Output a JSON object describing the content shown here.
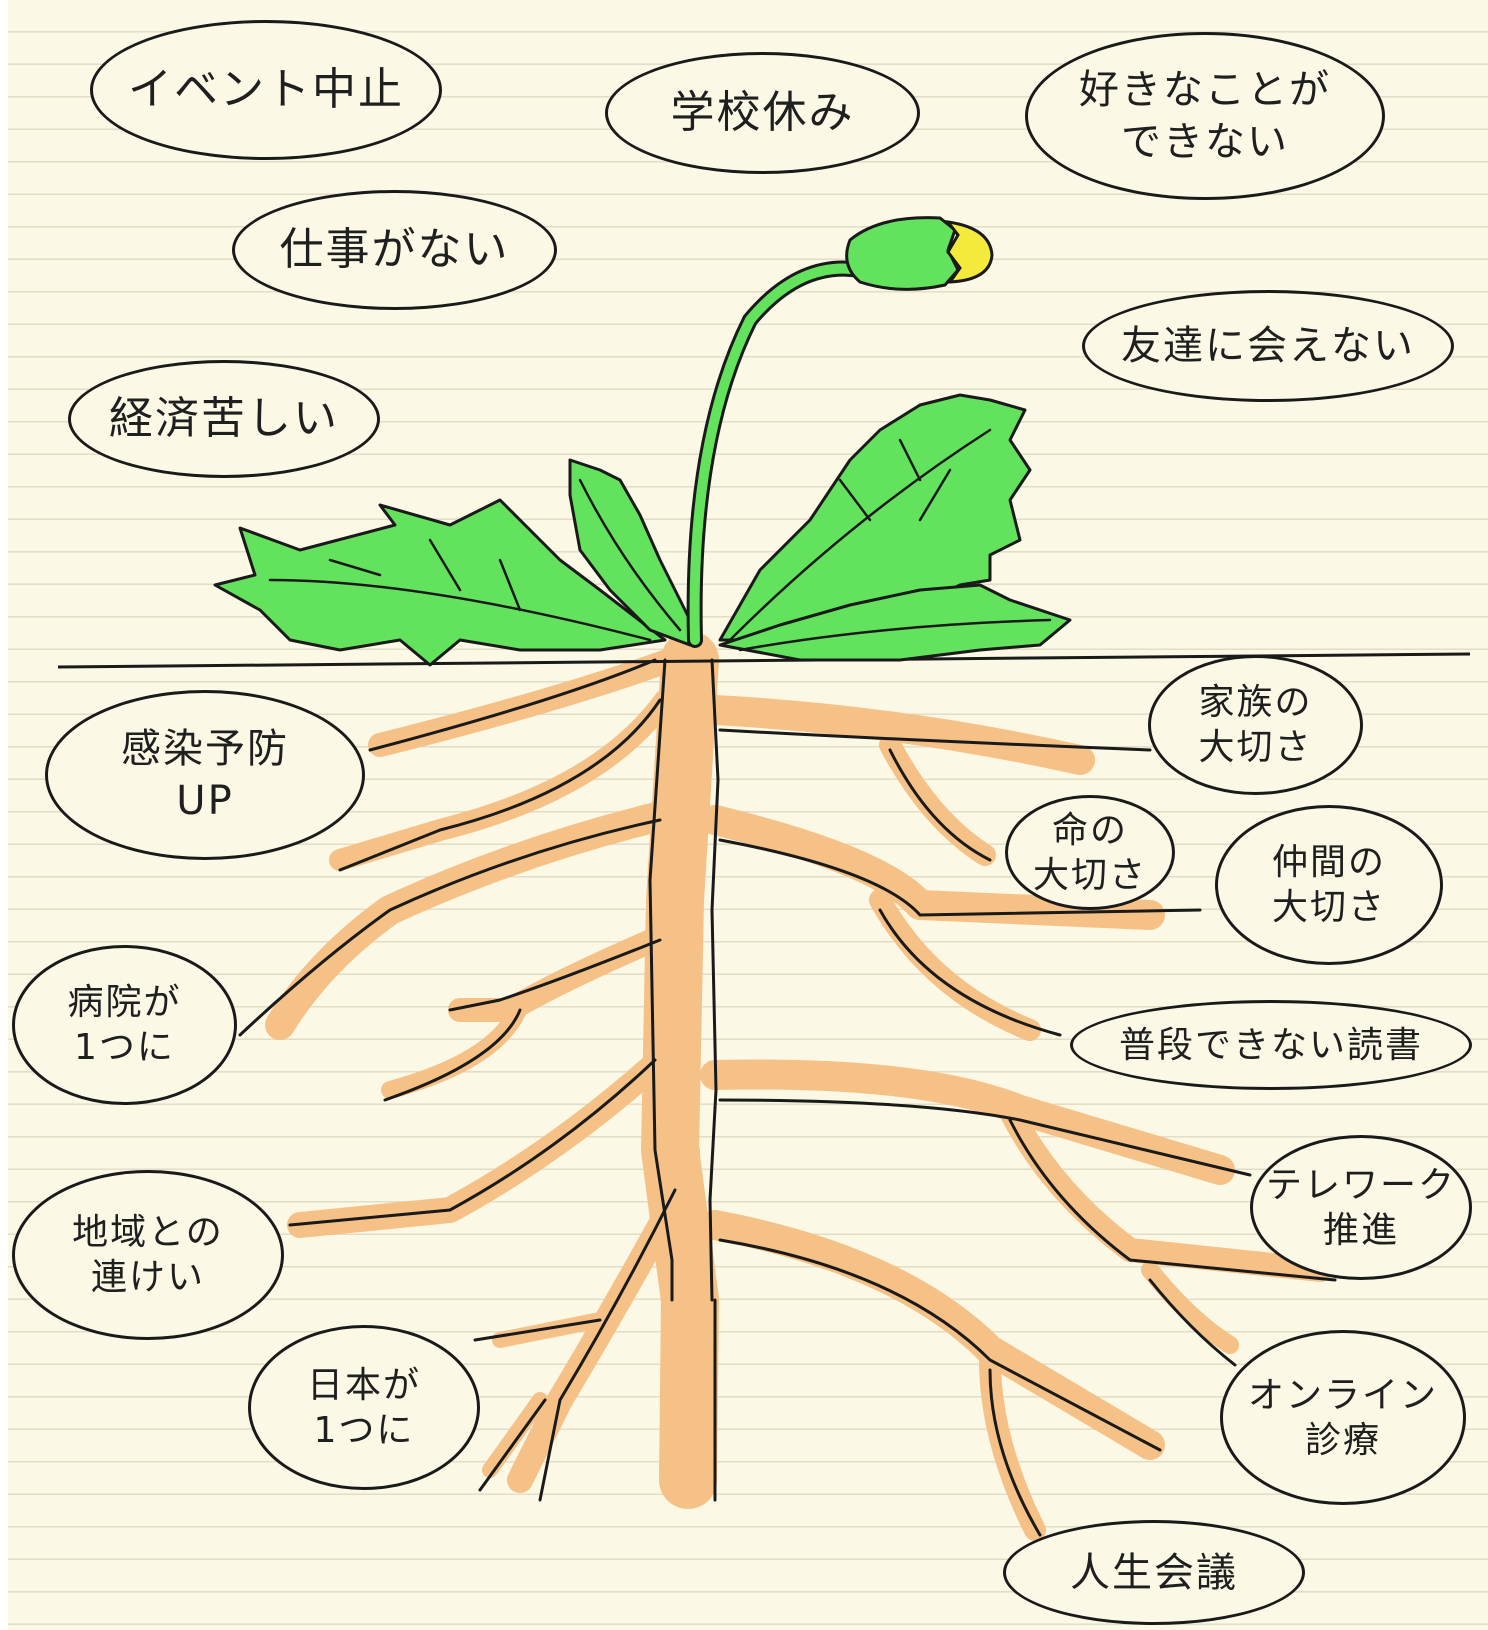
{
  "colors": {
    "paper": "#fbf8e6",
    "rule_line": "#e2ddc6",
    "leaf_green": "#63e35d",
    "leaf_highlight": "#3fd43a",
    "flower_yellow": "#f3ea3c",
    "root_orange": "#f6c187",
    "ink": "#1a1a1a"
  },
  "problems": {
    "event_cancel": "イベント中止",
    "school_closed": "学校休み",
    "cant_do_favorites": "好きなことが\nできない",
    "no_work": "仕事がない",
    "cant_meet_friends": "友達に会えない",
    "tough_economy": "経済苦しい"
  },
  "benefits": {
    "infection_prevention": "感染予防\nUP",
    "family_importance": "家族の\n大切さ",
    "life_importance": "命の\n大切さ",
    "friends_importance": "仲間の\n大切さ",
    "reading": "普段できない読書",
    "hospitals_united": "病院が\n1つに",
    "telework": "テレワーク\n推進",
    "community_link": "地域との\n連けい",
    "japan_united": "日本が\n1つに",
    "online_care": "オンライン\n診療",
    "life_meeting": "人生会議"
  }
}
